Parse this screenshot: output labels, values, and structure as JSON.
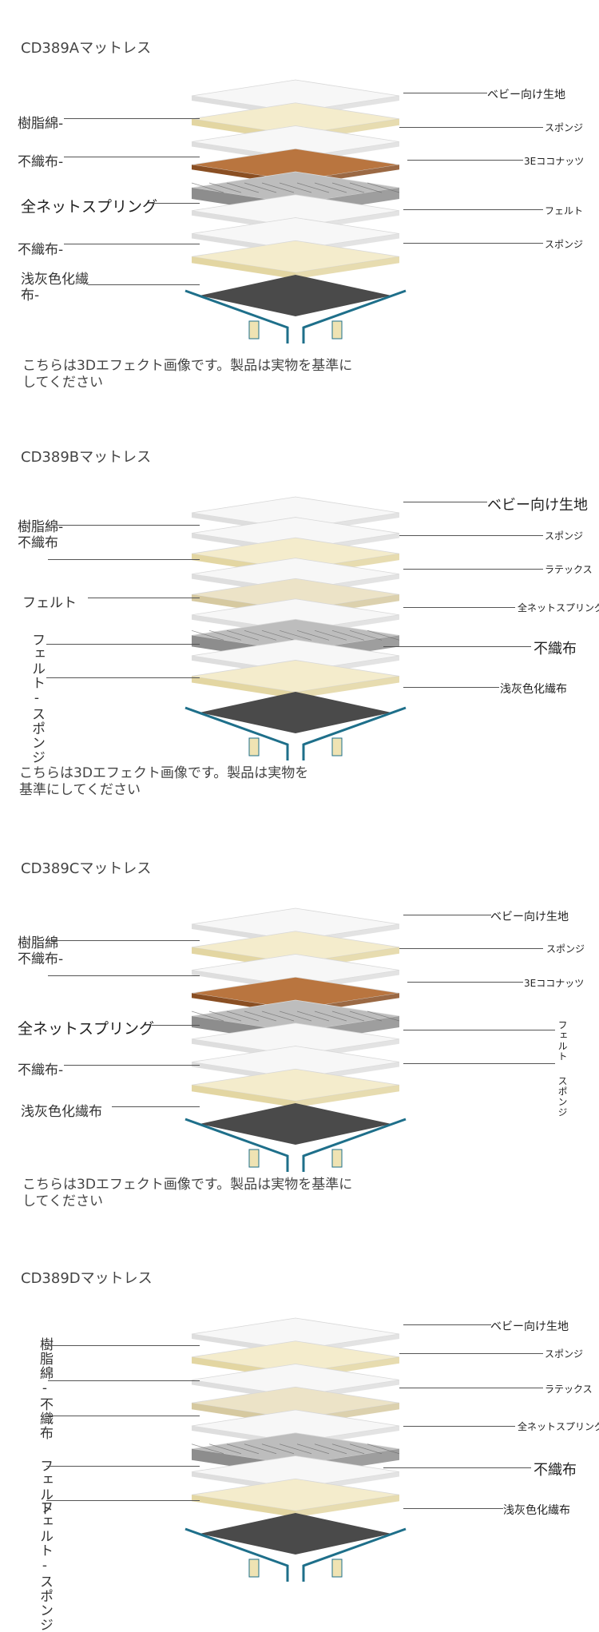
{
  "sections": [
    {
      "title": "CD389Aマットレス",
      "left_labels": [
        "樹脂綿-",
        "不織布-",
        "全ネットスプリング",
        "不織布-",
        "浅灰色化繊布-"
      ],
      "right_labels": [
        "ベビー向け生地",
        "スポンジ",
        "3Eココナッツ",
        "フェルト",
        "スポンジ"
      ],
      "note": "こちらは3Dエフェクト画像です。製品は実物を基準にしてください"
    },
    {
      "title": "CD389Bマットレス",
      "left_labels": [
        "樹脂綿-不織布",
        "フェルト",
        "フェルト-スポンジ"
      ],
      "right_labels": [
        "ベビー向け生地",
        "スポンジ",
        "ラテックス",
        "全ネットスプリング",
        "不織布",
        "浅灰色化繊布"
      ],
      "note": "こちらは3Dエフェクト画像です。製品は実物を基準にしてください"
    },
    {
      "title": "CD389Cマットレス",
      "left_labels": [
        "樹脂綿不織布-",
        "全ネットスプリング",
        "不織布-",
        "浅灰色化繊布"
      ],
      "right_labels": [
        "ベビー向け生地",
        "スポンジ",
        "3Eココナッツ",
        "フェルト",
        "スポンジ"
      ],
      "note": "こちらは3Dエフェクト画像です。製品は実物を基準にしてください"
    },
    {
      "title": "CD389Dマットレス",
      "left_labels": [
        "樹脂綿-不織布",
        "フェルト",
        "フェルト-スポンジ"
      ],
      "right_labels": [
        "ベビー向け生地",
        "スポンジ",
        "ラテックス",
        "全ネットスプリング",
        "不織布",
        "浅灰色化繊布"
      ]
    }
  ]
}
